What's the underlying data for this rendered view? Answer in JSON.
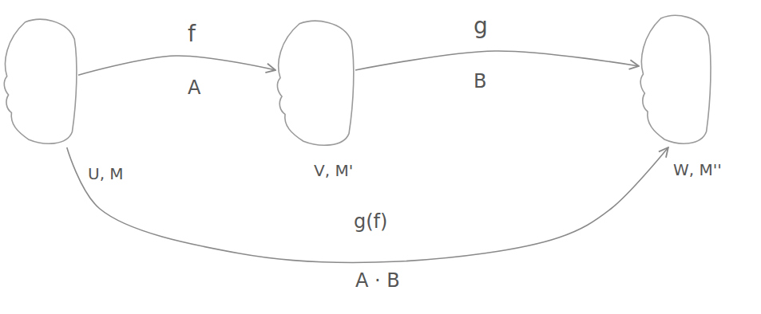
{
  "diagram": {
    "nodes": [
      {
        "text": [
          "U, M"
        ]
      },
      {
        "text": [
          "V, M'"
        ]
      },
      {
        "text": [
          "W, M''"
        ]
      }
    ],
    "edges": [
      {
        "from": 0,
        "to": 1,
        "label": "f",
        "arrow": "to"
      },
      {
        "from": 1,
        "to": 2,
        "label": "g",
        "arrow": "to"
      },
      {
        "from": 0,
        "to": 2,
        "label": "g(f)",
        "arrow": "to"
      }
    ],
    "labels": [
      "A",
      "B",
      "A · B"
    ]
  }
}
